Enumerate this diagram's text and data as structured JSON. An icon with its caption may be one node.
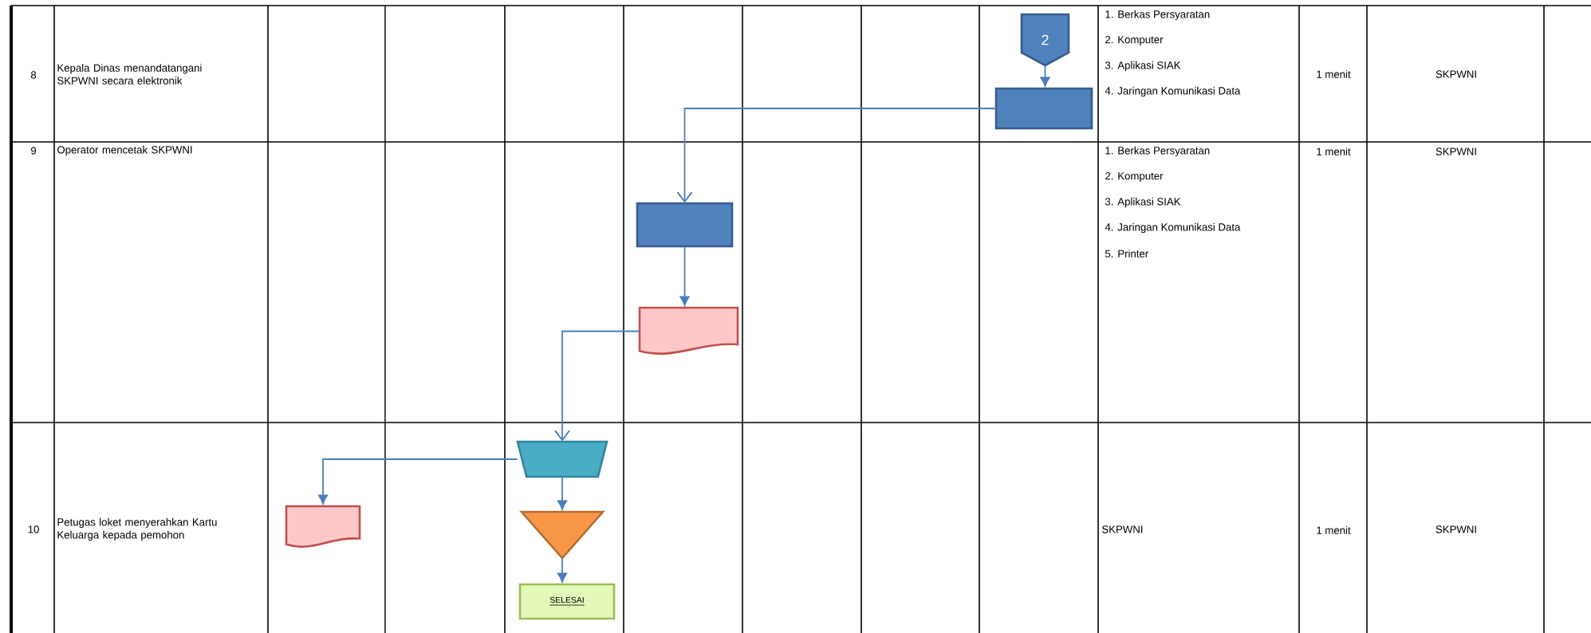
{
  "diagram": {
    "nodes": [
      {
        "text": [
          "2"
        ]
      },
      {
        "text": [],
        "shape": "box"
      },
      {
        "text": [],
        "shape": "box"
      },
      {
        "text": [],
        "shape": "document"
      },
      {
        "text": [],
        "shape": "trapezoid"
      },
      {
        "text": [],
        "shape": "triangle"
      },
      {
        "text": [
          "SELESAI"
        ]
      },
      {
        "text": [],
        "shape": "document"
      }
    ],
    "edges": [
      {
        "from": 0,
        "to": 1,
        "arrow": "to"
      },
      {
        "from": 1,
        "to": 2,
        "arrow": "to"
      },
      {
        "from": 2,
        "to": 3,
        "arrow": "to"
      },
      {
        "from": 3,
        "to": 4,
        "arrow": "to"
      },
      {
        "from": 4,
        "to": 7,
        "arrow": "to"
      },
      {
        "from": 4,
        "to": 5,
        "arrow": "to"
      },
      {
        "from": 5,
        "to": 6,
        "arrow": "to"
      }
    ],
    "labels": [
      "8",
      "Kepala Dinas menandatangani SKPWNI secara elektronik",
      "1. Berkas Persyaratan",
      "2. Komputer",
      "3. Aplikasi SIAK",
      "4. Jaringan Komunikasi Data",
      "1 menit",
      "SKPWNI",
      "9",
      "Operator mencetak SKPWNI",
      "1. Berkas Persyaratan",
      "2. Komputer",
      "3. Aplikasi SIAK",
      "4. Jaringan Komunikasi Data",
      "5. Printer",
      "1 menit",
      "SKPWNI",
      "10",
      "Petugas loket menyerahkan Kartu Keluarga kepada pemohon",
      "SKPWNI",
      "1 menit",
      "SKPWNI"
    ]
  }
}
